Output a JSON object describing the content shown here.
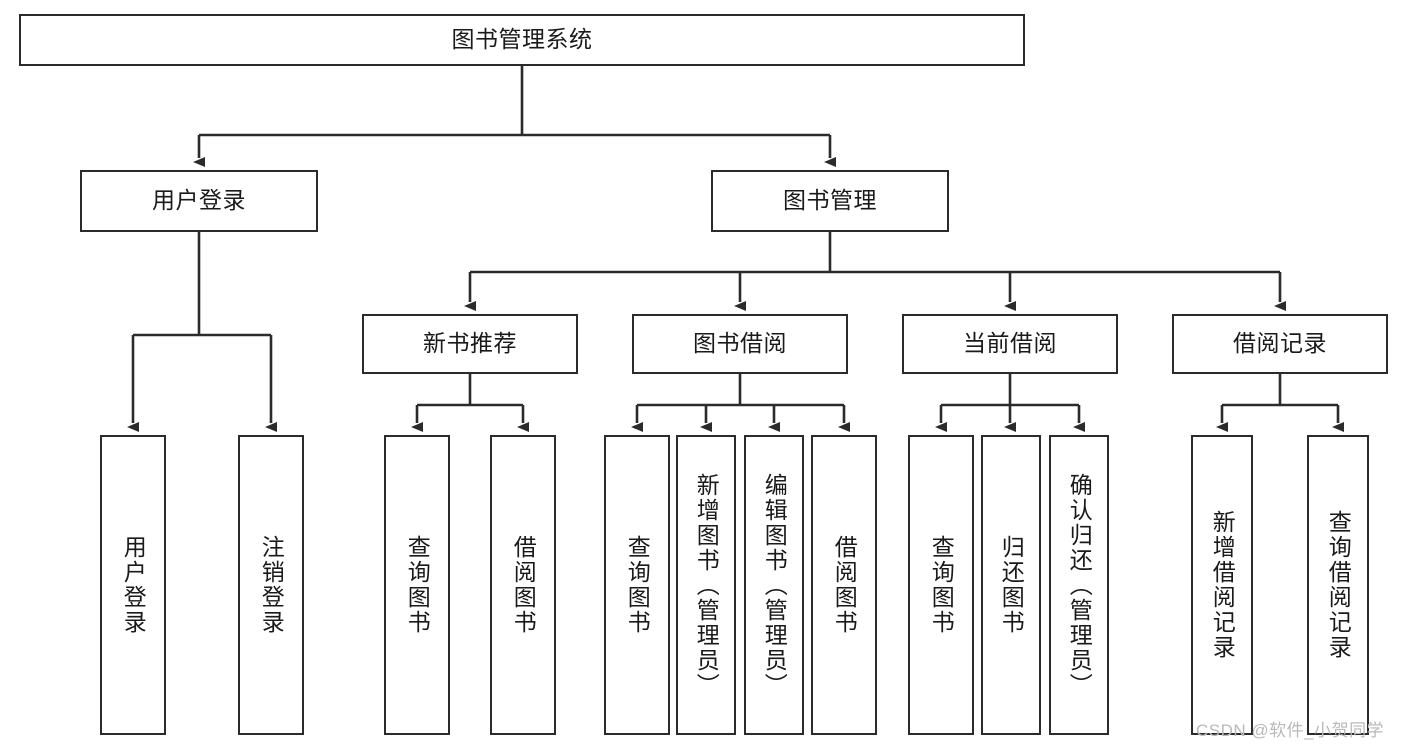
{
  "diagram": {
    "type": "tree",
    "title": "图书管理系统",
    "watermark": "CSDN @软件_小贺同学",
    "colors": {
      "border": "#2b2b2b",
      "background": "#ffffff",
      "text": "#1a1a1a",
      "watermark": "#b9b9b9"
    },
    "nodes": {
      "root": {
        "label": "图书管理系统"
      },
      "level2": [
        {
          "id": "user-login",
          "label": "用户登录"
        },
        {
          "id": "book-manage",
          "label": "图书管理"
        }
      ],
      "level3": [
        {
          "id": "new-book-recommend",
          "label": "新书推荐"
        },
        {
          "id": "book-borrow",
          "label": "图书借阅"
        },
        {
          "id": "current-borrow",
          "label": "当前借阅"
        },
        {
          "id": "borrow-record",
          "label": "借阅记录"
        }
      ],
      "leaves": [
        {
          "id": "leaf-user-login",
          "label": "用户登录",
          "parent": "user-login"
        },
        {
          "id": "leaf-logout-login",
          "label": "注销登录",
          "parent": "user-login"
        },
        {
          "id": "leaf-query-book-1",
          "label": "查询图书",
          "parent": "new-book-recommend"
        },
        {
          "id": "leaf-borrow-book-1",
          "label": "借阅图书",
          "parent": "new-book-recommend"
        },
        {
          "id": "leaf-query-book-2",
          "label": "查询图书",
          "parent": "book-borrow"
        },
        {
          "id": "leaf-add-book",
          "label": "新增图书（管理员）",
          "parent": "book-borrow"
        },
        {
          "id": "leaf-edit-book",
          "label": "编辑图书（管理员）",
          "parent": "book-borrow"
        },
        {
          "id": "leaf-borrow-book-2",
          "label": "借阅图书",
          "parent": "book-borrow"
        },
        {
          "id": "leaf-query-book-3",
          "label": "查询图书",
          "parent": "current-borrow"
        },
        {
          "id": "leaf-return-book",
          "label": "归还图书",
          "parent": "current-borrow"
        },
        {
          "id": "leaf-confirm-return",
          "label": "确认归还（管理员）",
          "parent": "current-borrow"
        },
        {
          "id": "leaf-add-record",
          "label": "新增借阅记录",
          "parent": "borrow-record"
        },
        {
          "id": "leaf-query-record",
          "label": "查询借阅记录",
          "parent": "borrow-record"
        }
      ]
    }
  }
}
